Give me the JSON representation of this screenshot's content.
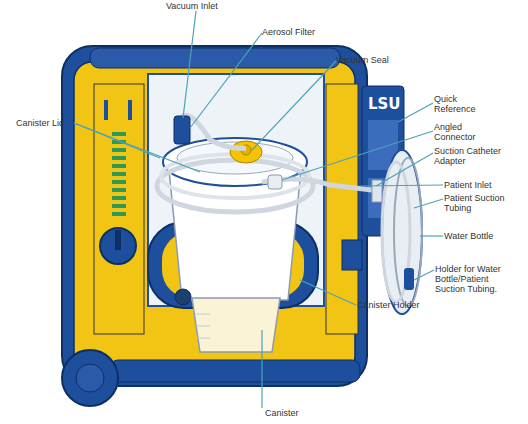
{
  "diagram": {
    "labels": [
      "Vacuum Inlet",
      "Aerosol Filter",
      "Vacuum Seal",
      "Quick Reference",
      "Angled Connector",
      "Suction Catheter Adapter",
      "Patient Inlet",
      "Patient Suction Tubing",
      "Water Bottle",
      "Holder for Water Bottle/Patient Suction Tubing.",
      "Canister Lid",
      "Canister Holder",
      "Canister",
      "LSU"
    ]
  }
}
